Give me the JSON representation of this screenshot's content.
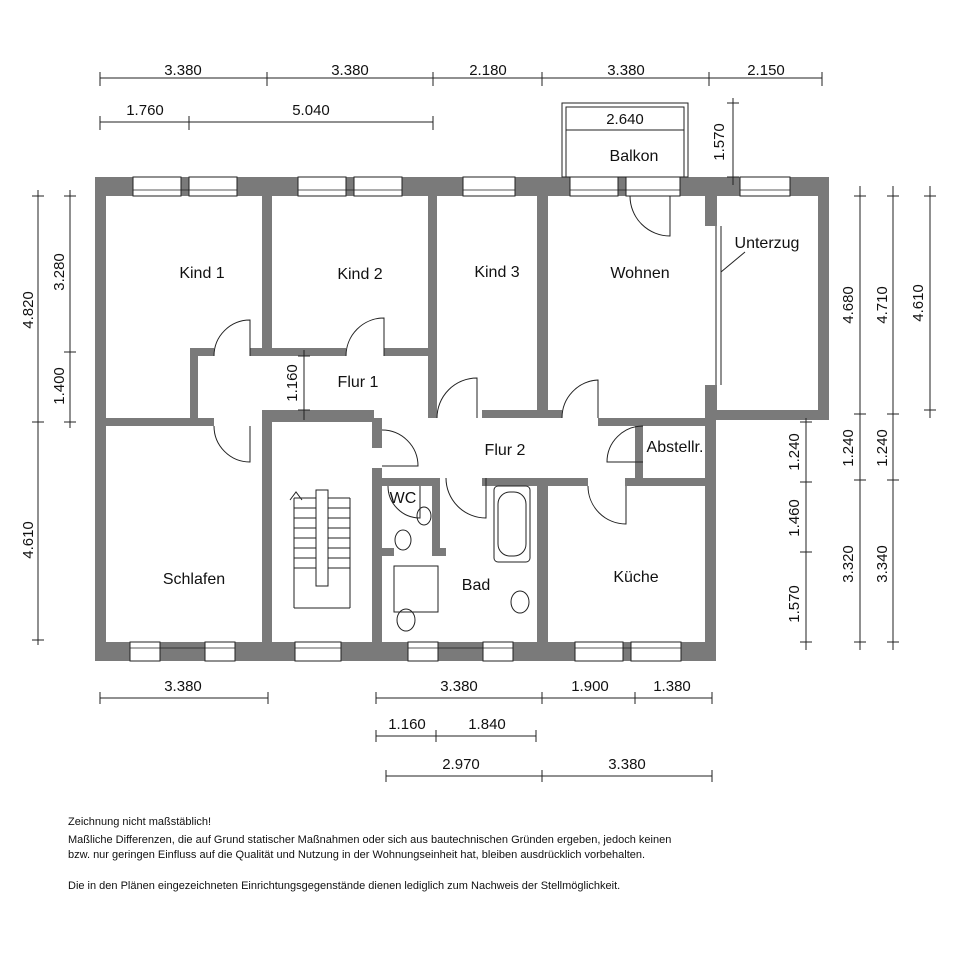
{
  "rooms": {
    "kind1": "Kind 1",
    "kind2": "Kind 2",
    "kind3": "Kind 3",
    "wohnen": "Wohnen",
    "unterzug": "Unterzug",
    "balkon": "Balkon",
    "flur1": "Flur 1",
    "flur2": "Flur 2",
    "abstellr": "Abstellr.",
    "wc": "WC",
    "bad": "Bad",
    "kueche": "Küche",
    "schlafen": "Schlafen"
  },
  "dimensions": {
    "top_1": "3.380",
    "top_2": "3.380",
    "top_3": "2.180",
    "top_4": "3.380",
    "top_5": "2.150",
    "top2_1": "1.760",
    "top2_2": "5.040",
    "balkon_width": "2.640",
    "balkon_depth": "1.570",
    "left_a": "4.820",
    "left_b": "3.280",
    "left_c": "1.400",
    "left_d": "4.610",
    "flur1_depth": "1.160",
    "right_a1": "4.680",
    "right_a2": "4.710",
    "right_a3": "4.610",
    "right_b1": "1.240",
    "right_b2": "1.240",
    "right_b3": "1.240",
    "right_c1": "1.460",
    "right_c2": "1.570",
    "right_c3": "3.320",
    "right_c4": "3.340",
    "bottom_1": "3.380",
    "bottom_2": "3.380",
    "bottom_3": "1.900",
    "bottom_4": "1.380",
    "bottom2_1": "1.160",
    "bottom2_2": "1.840",
    "bottom3_1": "2.970",
    "bottom3_2": "3.380"
  },
  "notes": {
    "line1": "Zeichnung nicht maßstäblich!",
    "line2": "Maßliche Differenzen, die auf Grund statischer Maßnahmen oder sich aus bautechnischen Gründen ergeben, jedoch keinen",
    "line3": "bzw. nur geringen Einfluss auf die Qualität und Nutzung in der Wohnungseinheit hat, bleiben ausdrücklich vorbehalten.",
    "line4": "Die in den Plänen eingezeichneten Einrichtungsgegenstände dienen lediglich zum Nachweis der Stellmöglichkeit."
  },
  "colors": {
    "wall": "#7a7a7a",
    "line": "#222222"
  }
}
